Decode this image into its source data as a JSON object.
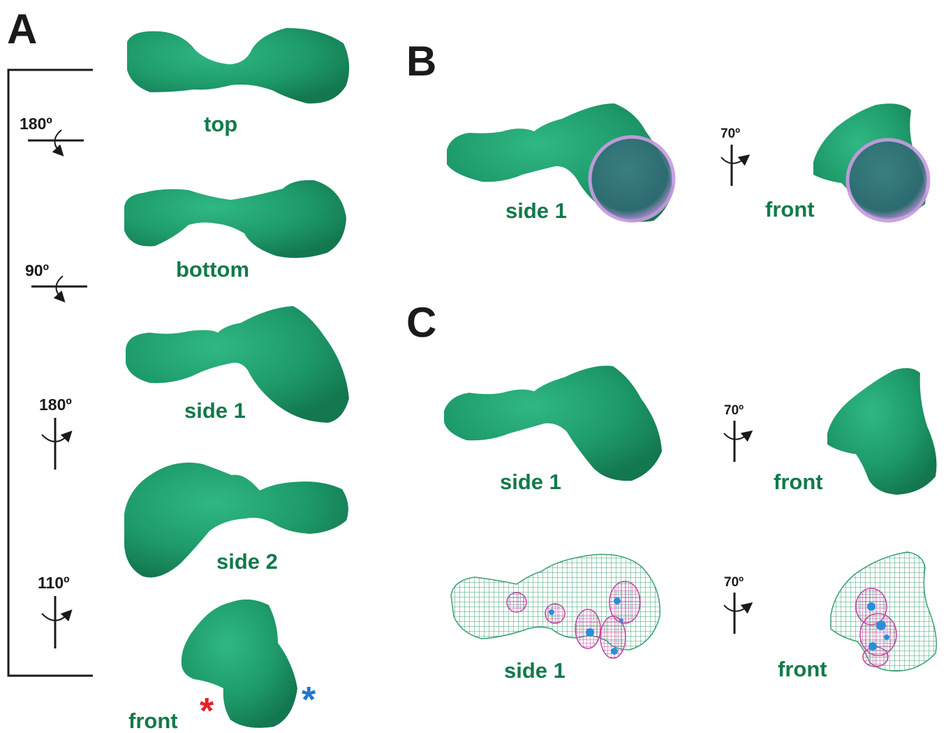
{
  "panels": {
    "a": {
      "letter": "A"
    },
    "b": {
      "letter": "B"
    },
    "c": {
      "letter": "C"
    }
  },
  "panel_a": {
    "views": {
      "top": "top",
      "bottom": "bottom",
      "side1": "side 1",
      "side2": "side 2",
      "front": "front"
    },
    "rotations": {
      "r1": "180º",
      "r2": "90º",
      "r3": "180º",
      "r4": "110º"
    },
    "asterisks": {
      "red": {
        "symbol": "*",
        "color": "#e8202a"
      },
      "blue": {
        "symbol": "*",
        "color": "#1f78c8"
      }
    }
  },
  "panel_b": {
    "views": {
      "side1": "side 1",
      "front": "front"
    },
    "rotation": "70º"
  },
  "panel_c": {
    "views": {
      "surface_side1": "side 1",
      "surface_front": "front",
      "mesh_side1": "side 1",
      "mesh_front": "front"
    },
    "rotations": {
      "r1": "70º",
      "r2": "70º"
    }
  },
  "colors": {
    "density_surface": "#1e9a6a",
    "label_green": "#127a4a",
    "sphere_overlay": "#c89be0",
    "mesh_magenta": "#c0479e",
    "mesh_blue": "#2a8fd8"
  }
}
